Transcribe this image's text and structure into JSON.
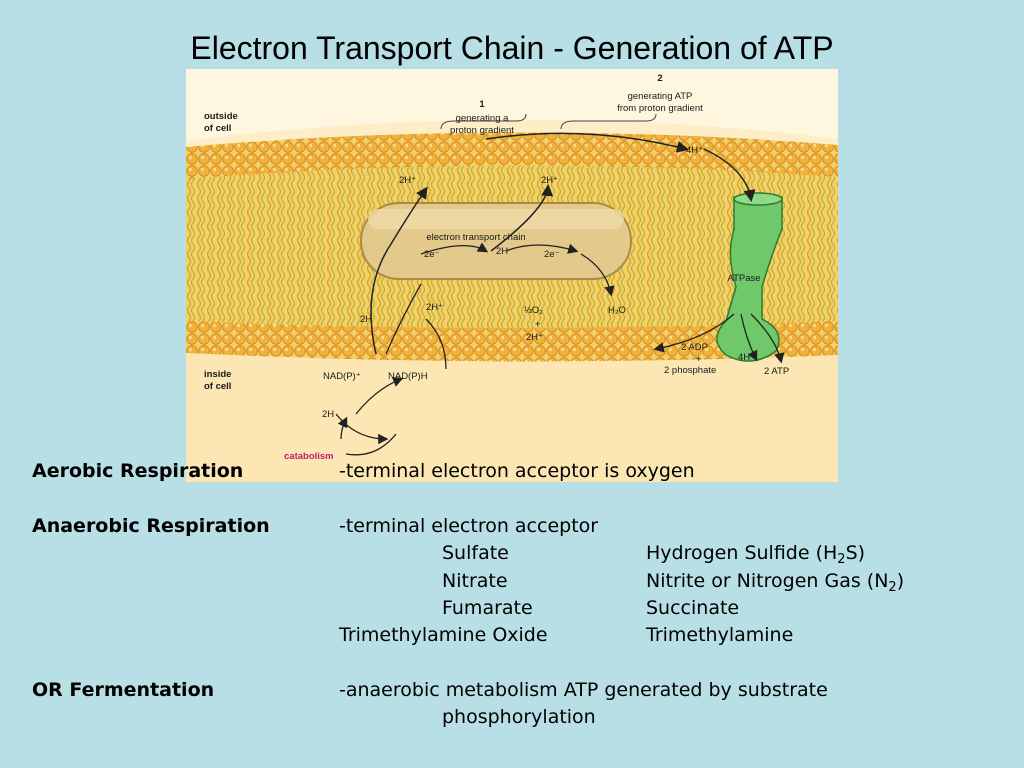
{
  "slide": {
    "title": "Electron Transport Chain - Generation of ATP"
  },
  "figure": {
    "step1_number": "1",
    "step1_line1": "generating a",
    "step1_line2": "proton gradient",
    "step2_number": "2",
    "step2_line1": "generating ATP",
    "step2_line2": "from proton gradient",
    "outside_line1": "outside",
    "outside_line2": "of cell",
    "inside_line1": "inside",
    "inside_line2": "of cell",
    "etc_label": "electron transport chain",
    "atpase_label": "ATPase",
    "h4_top": "4H⁺",
    "h2_left": "2H⁺",
    "h2_mid": "2H⁺",
    "e2_left": "2e⁻",
    "h2_center": "2H",
    "e2_right": "2e⁻",
    "h2_lower": "2H⁺",
    "half_o2": "½O₂",
    "plus_1": "+",
    "h2_lower2": "2H⁺",
    "water": "H₂O",
    "h2_inner": "2H",
    "nadp": "NAD(P)⁺",
    "nadph": "NAD(P)H",
    "h2_bottom": "2H",
    "catabolism": "catabolism",
    "adp": "2 ADP",
    "plus_2": "+",
    "phosphate": "2 phosphate",
    "h4_inside": "4H⁺",
    "atp": "2 ATP"
  },
  "content": {
    "aerobic_label": "Aerobic Respiration",
    "aerobic_desc": "-terminal electron acceptor is oxygen",
    "anaerobic_label": "Anaerobic Respiration",
    "anaerobic_desc": "-terminal electron acceptor",
    "acceptors": [
      {
        "acceptor": "Sulfate",
        "product": "Hydrogen Sulfide (H",
        "sub": "2",
        "suffix": "S)"
      },
      {
        "acceptor": "Nitrate",
        "product": "Nitrite or Nitrogen Gas (N",
        "sub": "2",
        "suffix": ")"
      },
      {
        "acceptor": "Fumarate",
        "product": "Succinate"
      },
      {
        "acceptor": "Trimethylamine Oxide",
        "product": "Trimethylamine"
      }
    ],
    "fermentation_label": "OR Fermentation",
    "fermentation_line1": "-anaerobic metabolism ATP generated by substrate",
    "fermentation_line2": "phosphorylation"
  }
}
